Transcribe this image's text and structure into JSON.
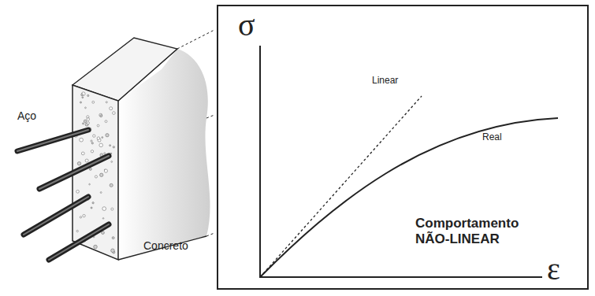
{
  "diagram": {
    "nodes": [
      {
        "text": [
          "Comportamento NÃO-LINEAR"
        ]
      }
    ],
    "labels": [
      "Aço",
      "Concreto",
      "σ",
      "ε",
      "Linear",
      "Real"
    ]
  }
}
